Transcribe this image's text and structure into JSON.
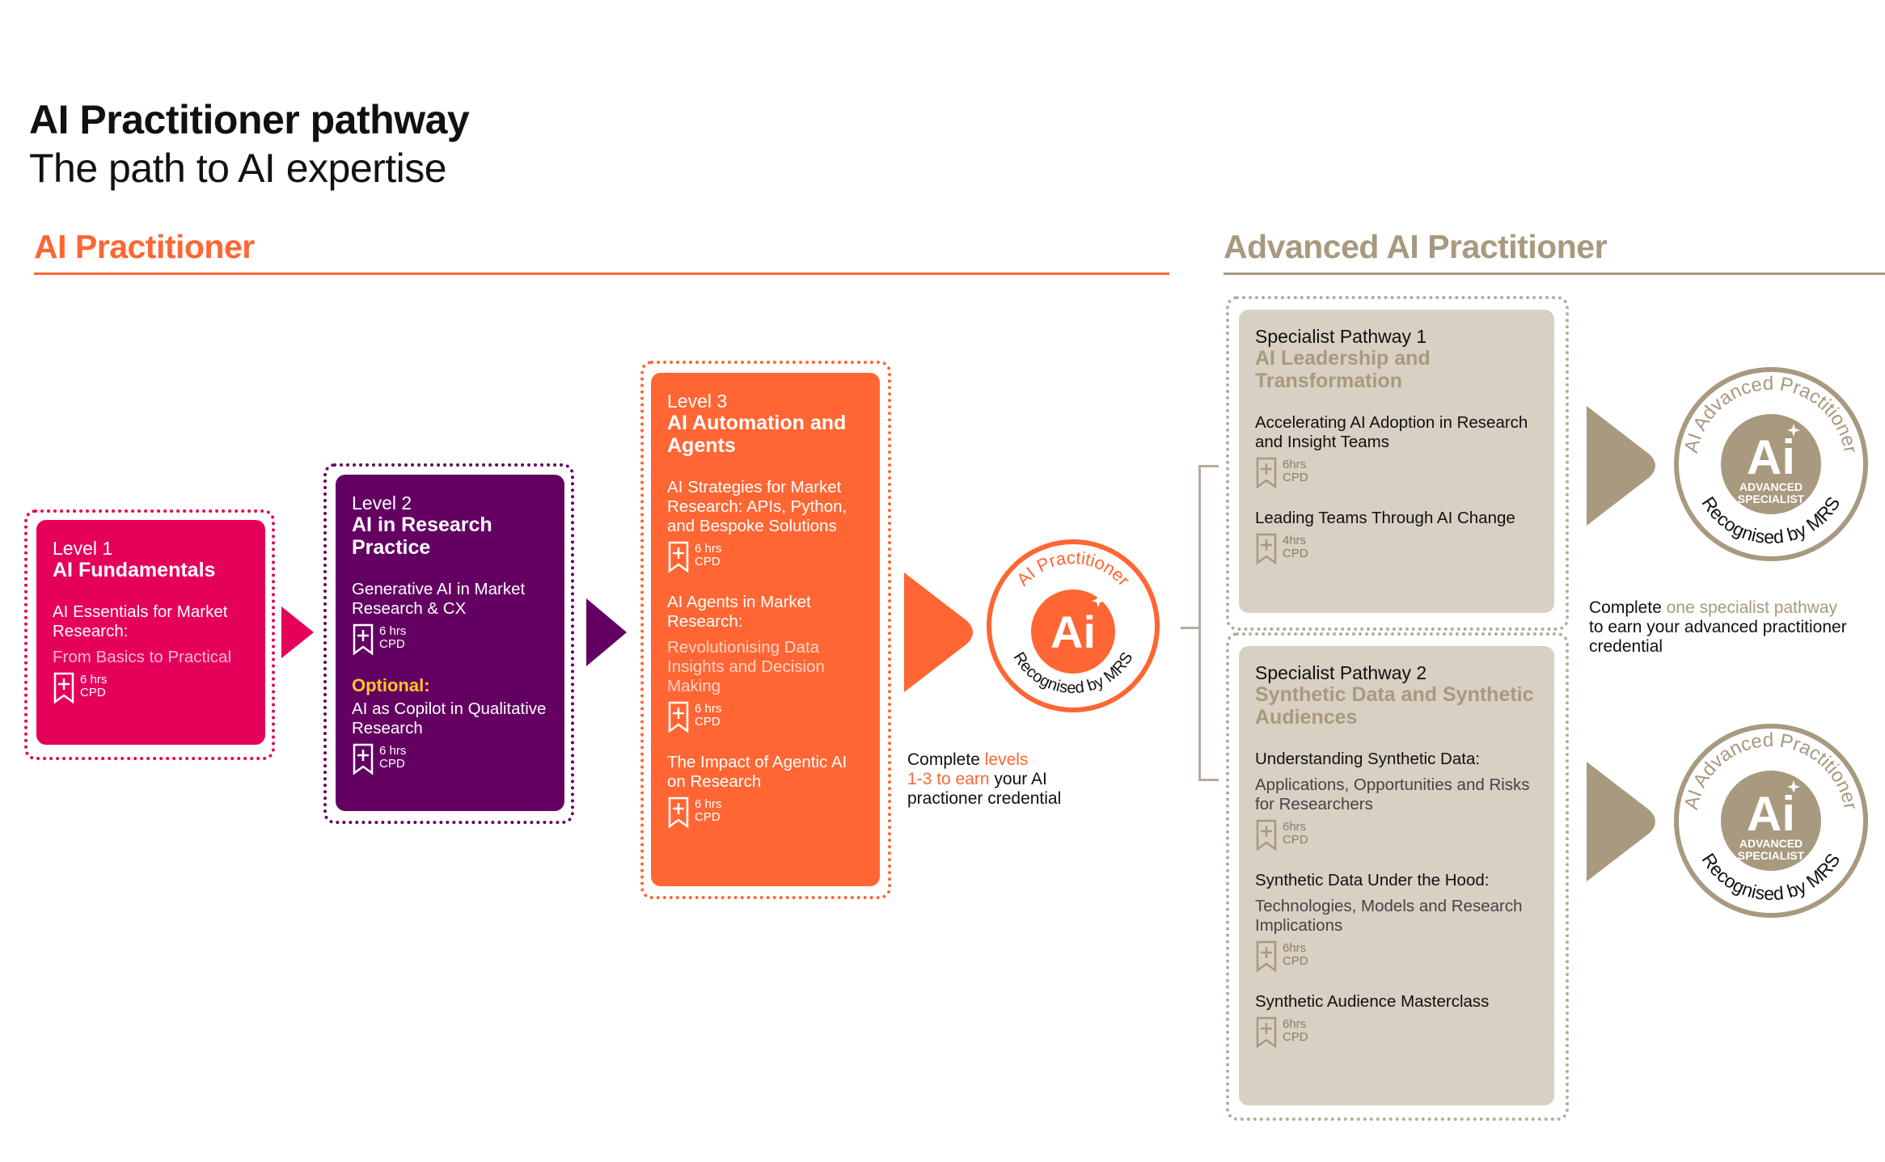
{
  "header": {
    "title": "AI Practitioner pathway",
    "subtitle": "The path to AI expertise"
  },
  "colors": {
    "pink": "#e5005a",
    "purple": "#640062",
    "orange": "#ff6633",
    "tan": "#a8997f",
    "tan_light": "#d8d0c3"
  },
  "sections": {
    "practitioner": "AI Practitioner",
    "advanced": "Advanced AI Practitioner"
  },
  "level1": {
    "level": "Level 1",
    "title": "AI Fundamentals",
    "course_title": "AI Essentials for Market Research:",
    "course_sub": "From Basics to Practical",
    "cpd_hours": "6 hrs",
    "cpd_label": "CPD"
  },
  "level2": {
    "level": "Level 2",
    "title": "AI in Research Practice",
    "course1": "Generative AI in Market Research & CX",
    "cpd1_hours": "6 hrs",
    "cpd_label": "CPD",
    "optional_label": "Optional:",
    "course2": "AI as Copilot in Qualitative Research",
    "cpd2_hours": "6 hrs"
  },
  "level3": {
    "level": "Level 3",
    "title": "AI Automation and Agents",
    "course1": "AI Strategies for Market Research: APIs, Python, and Bespoke Solutions",
    "cpd1_hours": "6 hrs",
    "course2_title": "AI Agents in Market Research:",
    "course2_sub": "Revolutionising Data Insights and Decision Making",
    "cpd2_hours": "6 hrs",
    "course3": "The Impact of Agentic AI on Research",
    "cpd3_hours": "6 hrs",
    "cpd_label": "CPD"
  },
  "badge_practitioner": {
    "arc_top": "AI Practitioner",
    "arc_bottom": "Recognised by MRS",
    "mark": "Ai"
  },
  "note_practitioner": {
    "prefix": "Complete ",
    "highlight1": "levels",
    "highlight2": "1-3 to earn",
    "suffix1": " your AI",
    "line3": "practioner credential"
  },
  "specialist1": {
    "label": "Specialist Pathway  1",
    "title": "AI Leadership and Transformation",
    "course1": "Accelerating AI Adoption in Research and Insight Teams",
    "cpd1_hours": "6hrs",
    "course2": "Leading Teams Through AI Change",
    "cpd2_hours": "4hrs",
    "cpd_label": "CPD"
  },
  "specialist2": {
    "label": "Specialist Pathway  2",
    "title": "Synthetic Data and Synthetic Audiences",
    "course1_title": "Understanding Synthetic Data:",
    "course1_sub": "Applications, Opportunities and Risks for Researchers",
    "cpd1_hours": "6hrs",
    "course2_title": "Synthetic Data Under the Hood:",
    "course2_sub": "Technologies, Models and Research Implications",
    "cpd2_hours": "6hrs",
    "course3": "Synthetic Audience Masterclass",
    "cpd3_hours": "6hrs",
    "cpd_label": "CPD"
  },
  "badge_advanced": {
    "arc_top": "AI Advanced Practitioner",
    "arc_bottom": "Recognised by MRS",
    "mark": "Ai",
    "line1": "ADVANCED",
    "line2": "SPECIALIST"
  },
  "note_advanced": {
    "prefix": "Complete ",
    "highlight": "one specialist pathway",
    "suffix": " to earn your advanced practitioner credential"
  }
}
